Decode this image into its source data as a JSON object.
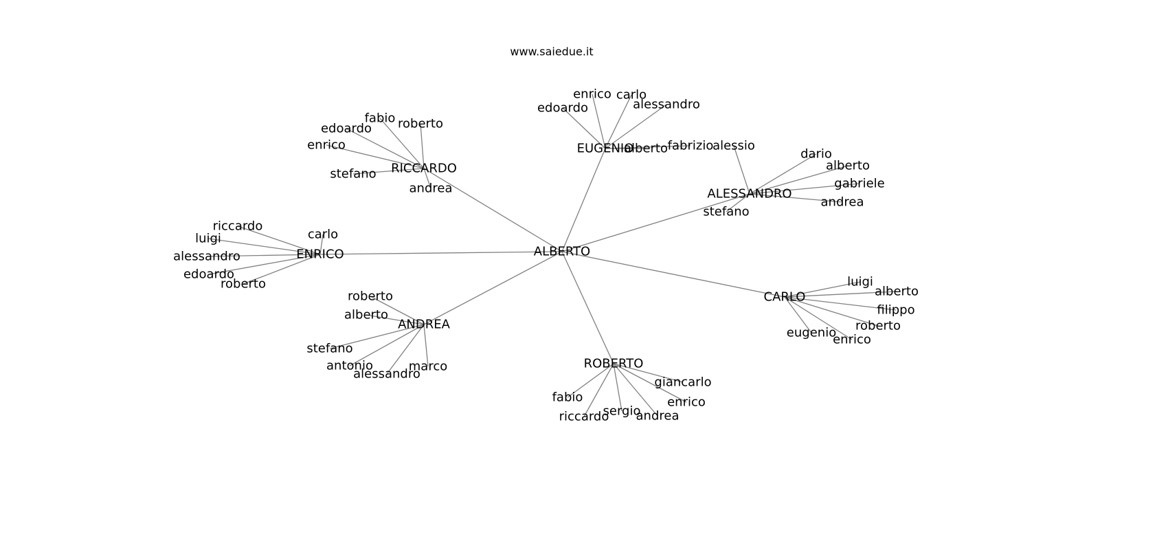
{
  "title": "www.saiedue.it",
  "graph": {
    "nodes": [
      {
        "id": "ALBERTO",
        "label": "ALBERTO"
      },
      {
        "id": "RICCARDO",
        "label": "RICCARDO"
      },
      {
        "id": "EUGENIO",
        "label": "EUGENIO"
      },
      {
        "id": "ALESSANDRO",
        "label": "ALESSANDRO"
      },
      {
        "id": "ENRICO",
        "label": "ENRICO"
      },
      {
        "id": "ANDREA",
        "label": "ANDREA"
      },
      {
        "id": "ROBERTO",
        "label": "ROBERTO"
      },
      {
        "id": "CARLO",
        "label": "CARLO"
      },
      {
        "id": "ri_fabio",
        "label": "fabio"
      },
      {
        "id": "ri_roberto",
        "label": "roberto"
      },
      {
        "id": "ri_edoardo",
        "label": "edoardo"
      },
      {
        "id": "ri_enrico",
        "label": "enrico"
      },
      {
        "id": "ri_stefano",
        "label": "stefano"
      },
      {
        "id": "ri_andrea",
        "label": "andrea"
      },
      {
        "id": "eu_enrico",
        "label": "enrico"
      },
      {
        "id": "eu_carlo",
        "label": "carlo"
      },
      {
        "id": "eu_edoardo",
        "label": "edoardo"
      },
      {
        "id": "eu_alessandro",
        "label": "alessandro"
      },
      {
        "id": "eu_alberto",
        "label": "alberto"
      },
      {
        "id": "eu_fabrizio",
        "label": "fabrizio"
      },
      {
        "id": "al_alessio",
        "label": "alessio"
      },
      {
        "id": "al_dario",
        "label": "dario"
      },
      {
        "id": "al_alberto",
        "label": "alberto"
      },
      {
        "id": "al_gabriele",
        "label": "gabriele"
      },
      {
        "id": "al_andrea",
        "label": "andrea"
      },
      {
        "id": "al_stefano",
        "label": "stefano"
      },
      {
        "id": "en_riccardo",
        "label": "riccardo"
      },
      {
        "id": "en_carlo",
        "label": "carlo"
      },
      {
        "id": "en_luigi",
        "label": "luigi"
      },
      {
        "id": "en_alessandro",
        "label": "alessandro"
      },
      {
        "id": "en_edoardo",
        "label": "edoardo"
      },
      {
        "id": "en_roberto",
        "label": "roberto"
      },
      {
        "id": "an_roberto",
        "label": "roberto"
      },
      {
        "id": "an_alberto",
        "label": "alberto"
      },
      {
        "id": "an_stefano",
        "label": "stefano"
      },
      {
        "id": "an_antonio",
        "label": "antonio"
      },
      {
        "id": "an_alessandro",
        "label": "alessandro"
      },
      {
        "id": "an_marco",
        "label": "marco"
      },
      {
        "id": "ro_giancarlo",
        "label": "giancarlo"
      },
      {
        "id": "ro_enrico",
        "label": "enrico"
      },
      {
        "id": "ro_fabio",
        "label": "fabio"
      },
      {
        "id": "ro_sergio",
        "label": "sergio"
      },
      {
        "id": "ro_riccardo",
        "label": "riccardo"
      },
      {
        "id": "ro_andrea",
        "label": "andrea"
      },
      {
        "id": "ca_luigi",
        "label": "luigi"
      },
      {
        "id": "ca_alberto",
        "label": "alberto"
      },
      {
        "id": "ca_filippo",
        "label": "filippo"
      },
      {
        "id": "ca_roberto",
        "label": "roberto"
      },
      {
        "id": "ca_eugenio",
        "label": "eugenio"
      },
      {
        "id": "ca_enrico",
        "label": "enrico"
      }
    ],
    "edges": [
      [
        "ALBERTO",
        "RICCARDO"
      ],
      [
        "ALBERTO",
        "EUGENIO"
      ],
      [
        "ALBERTO",
        "ALESSANDRO"
      ],
      [
        "ALBERTO",
        "ENRICO"
      ],
      [
        "ALBERTO",
        "ANDREA"
      ],
      [
        "ALBERTO",
        "ROBERTO"
      ],
      [
        "ALBERTO",
        "CARLO"
      ],
      [
        "RICCARDO",
        "ri_fabio"
      ],
      [
        "RICCARDO",
        "ri_roberto"
      ],
      [
        "RICCARDO",
        "ri_edoardo"
      ],
      [
        "RICCARDO",
        "ri_enrico"
      ],
      [
        "RICCARDO",
        "ri_stefano"
      ],
      [
        "RICCARDO",
        "ri_andrea"
      ],
      [
        "EUGENIO",
        "eu_enrico"
      ],
      [
        "EUGENIO",
        "eu_carlo"
      ],
      [
        "EUGENIO",
        "eu_edoardo"
      ],
      [
        "EUGENIO",
        "eu_alessandro"
      ],
      [
        "EUGENIO",
        "eu_alberto"
      ],
      [
        "EUGENIO",
        "eu_fabrizio"
      ],
      [
        "ALESSANDRO",
        "al_alessio"
      ],
      [
        "ALESSANDRO",
        "al_dario"
      ],
      [
        "ALESSANDRO",
        "al_alberto"
      ],
      [
        "ALESSANDRO",
        "al_gabriele"
      ],
      [
        "ALESSANDRO",
        "al_andrea"
      ],
      [
        "ALESSANDRO",
        "al_stefano"
      ],
      [
        "ENRICO",
        "en_riccardo"
      ],
      [
        "ENRICO",
        "en_carlo"
      ],
      [
        "ENRICO",
        "en_luigi"
      ],
      [
        "ENRICO",
        "en_alessandro"
      ],
      [
        "ENRICO",
        "en_edoardo"
      ],
      [
        "ENRICO",
        "en_roberto"
      ],
      [
        "ANDREA",
        "an_roberto"
      ],
      [
        "ANDREA",
        "an_alberto"
      ],
      [
        "ANDREA",
        "an_stefano"
      ],
      [
        "ANDREA",
        "an_antonio"
      ],
      [
        "ANDREA",
        "an_alessandro"
      ],
      [
        "ANDREA",
        "an_marco"
      ],
      [
        "ROBERTO",
        "ro_giancarlo"
      ],
      [
        "ROBERTO",
        "ro_enrico"
      ],
      [
        "ROBERTO",
        "ro_fabio"
      ],
      [
        "ROBERTO",
        "ro_sergio"
      ],
      [
        "ROBERTO",
        "ro_riccardo"
      ],
      [
        "ROBERTO",
        "ro_andrea"
      ],
      [
        "CARLO",
        "ca_luigi"
      ],
      [
        "CARLO",
        "ca_alberto"
      ],
      [
        "CARLO",
        "ca_filippo"
      ],
      [
        "CARLO",
        "ca_roberto"
      ],
      [
        "CARLO",
        "ca_eugenio"
      ],
      [
        "CARLO",
        "ca_enrico"
      ]
    ],
    "edge_color": "#808080"
  }
}
